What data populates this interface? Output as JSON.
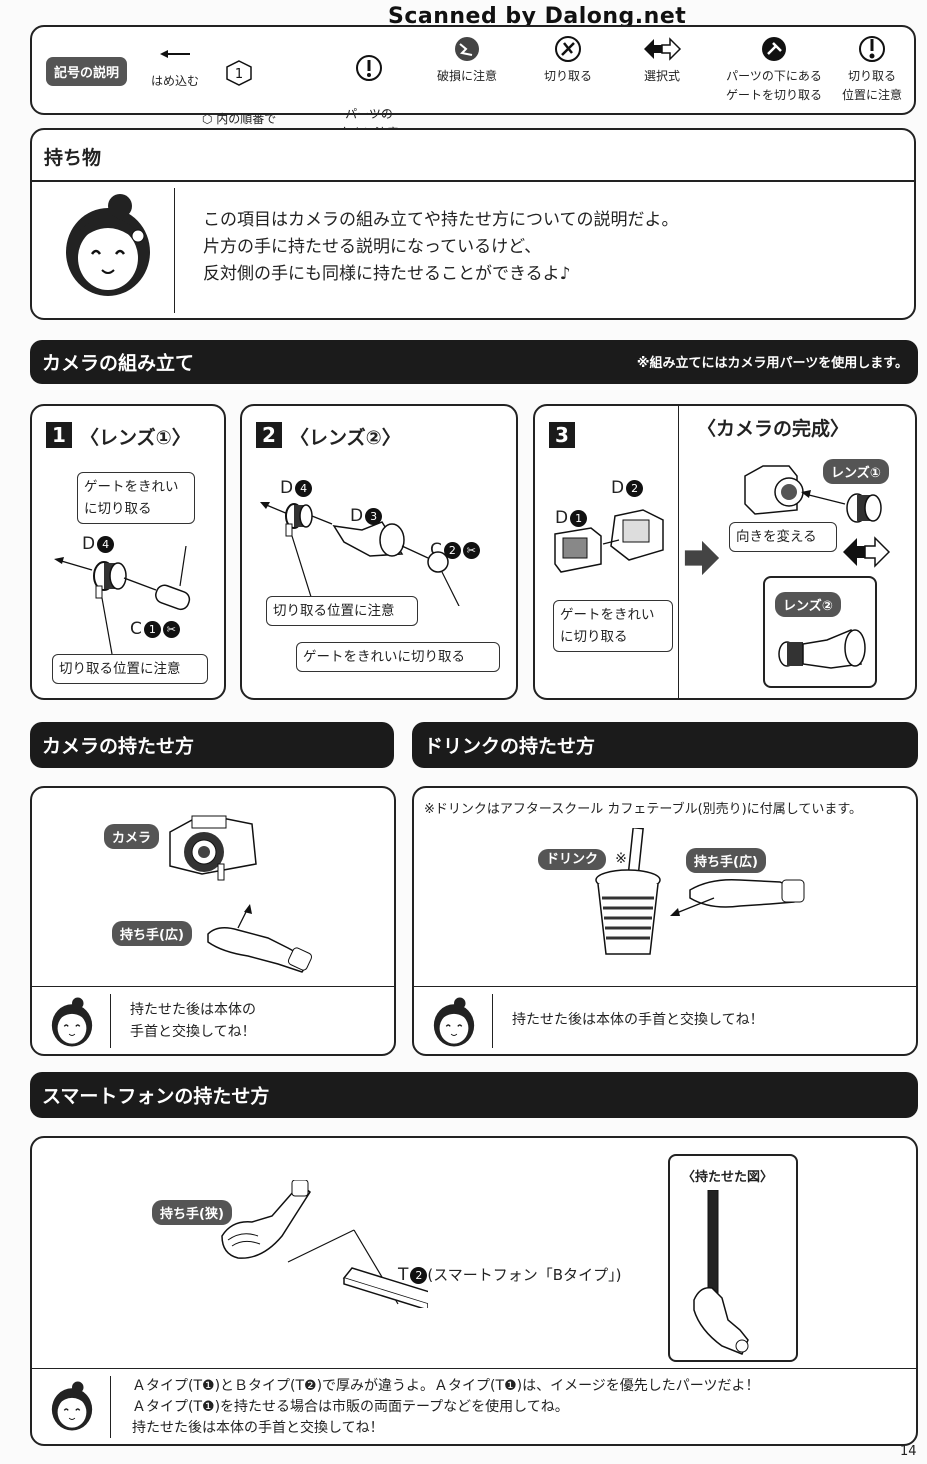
{
  "watermark": "Scanned by Dalong.net",
  "legend": {
    "title": "記号の説明",
    "items": [
      {
        "icon": "push-arrow-icon",
        "label": "はめ込む"
      },
      {
        "icon": "circled-number-icon",
        "label": "⬡ 内の順番で\n組み立てる"
      },
      {
        "icon": "exclamation-icon",
        "label": "パーツの\n向きに注意"
      },
      {
        "icon": "breakage-icon",
        "label": "破損に注意"
      },
      {
        "icon": "cut-icon",
        "label": "切り取る"
      },
      {
        "icon": "choice-arrow-icon",
        "label": "選択式"
      },
      {
        "icon": "gate-cut-icon",
        "label": "パーツの下にある\nゲートを切り取る"
      },
      {
        "icon": "cut-position-icon",
        "label": "切り取る\n位置に注意"
      }
    ],
    "circled_one": "1"
  },
  "items_section": {
    "title": "持ち物",
    "text_lines": [
      "この項目はカメラの組み立てや持たせ方についての説明だよ。",
      "片方の手に持たせる説明になっているけど、",
      "反対側の手にも同様に持たせることができるよ♪"
    ]
  },
  "camera_assembly": {
    "title": "カメラの組み立て",
    "note": "※組み立てにはカメラ用パーツを使用します。",
    "step1": {
      "number": "1",
      "title": "〈レンズ①〉",
      "callout_gate": "ゲートをきれい\nに切り取る",
      "part_d": "D",
      "part_d_num": "4",
      "part_c": "C",
      "part_c_num": "1",
      "callout_pos": "切り取る位置に注意"
    },
    "step2": {
      "number": "2",
      "title": "〈レンズ②〉",
      "part_d4": "D",
      "part_d4_num": "4",
      "part_d3": "D",
      "part_d3_num": "3",
      "part_c": "C",
      "part_c_num": "2",
      "callout_pos": "切り取る位置に注意",
      "callout_gate": "ゲートをきれいに切り取る"
    },
    "step3": {
      "number": "3",
      "part_d2": "D",
      "part_d2_num": "2",
      "part_d1": "D",
      "part_d1_num": "1",
      "callout_gate": "ゲートをきれい\nに切り取る",
      "complete_title": "〈カメラの完成〉",
      "tag_lens1": "レンズ①",
      "tag_lens2": "レンズ②",
      "callout_turn": "向きを変える"
    }
  },
  "camera_hold": {
    "title": "カメラの持たせ方",
    "tag_camera": "カメラ",
    "tag_hand": "持ち手(広)",
    "tip_lines": [
      "持たせた後は本体の",
      "手首と交換してね！"
    ]
  },
  "drink_hold": {
    "title": "ドリンクの持たせ方",
    "note": "※ドリンクはアフタースクール カフェテーブル(別売り)に付属しています。",
    "tag_drink": "ドリンク",
    "drink_mark": "※",
    "tag_hand": "持ち手(広)",
    "tip": "持たせた後は本体の手首と交換してね！"
  },
  "phone_hold": {
    "title": "スマートフォンの持たせ方",
    "tag_hand": "持ち手(狭)",
    "part_label": "T",
    "part_num": "2",
    "part_desc": "(スマートフォン「Bタイプ」)",
    "held_title": "〈持たせた図〉",
    "tip_lines": [
      "Ａタイプ(T❶)とＢタイプ(T❷)で厚みが違うよ。Ａタイプ(T❶)は、イメージを優先したパーツだよ！",
      "Ａタイプ(T❶)を持たせる場合は市販の両面テープなどを使用してね。",
      "持たせた後は本体の手首と交換してね！"
    ]
  },
  "page_number": "14"
}
